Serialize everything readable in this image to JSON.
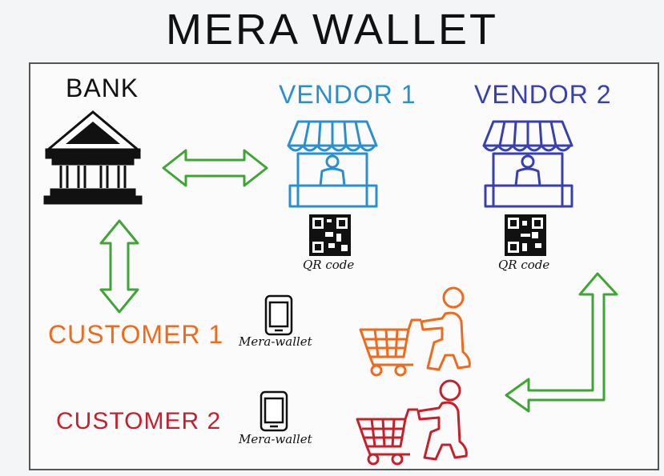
{
  "title": "MERA WALLET",
  "nodes": {
    "bank": "BANK",
    "vendor1": "VENDOR 1",
    "vendor2": "VENDOR 2",
    "customer1": "CUSTOMER 1",
    "customer2": "CUSTOMER 2"
  },
  "captions": {
    "qr1": "QR code",
    "qr2": "QR code",
    "wallet1": "Mera-wallet",
    "wallet2": "Mera-wallet"
  },
  "colors": {
    "bank": "#111111",
    "vendor1": "#2a8fd0",
    "vendor2": "#3740b0",
    "customer1": "#f06a1c",
    "customer2": "#c8202a",
    "arrow": "#3fa535"
  },
  "icons": [
    "bank-building-icon",
    "shop-icon",
    "qr-code-icon",
    "phone-icon",
    "shopping-cart-icon",
    "person-icon"
  ]
}
